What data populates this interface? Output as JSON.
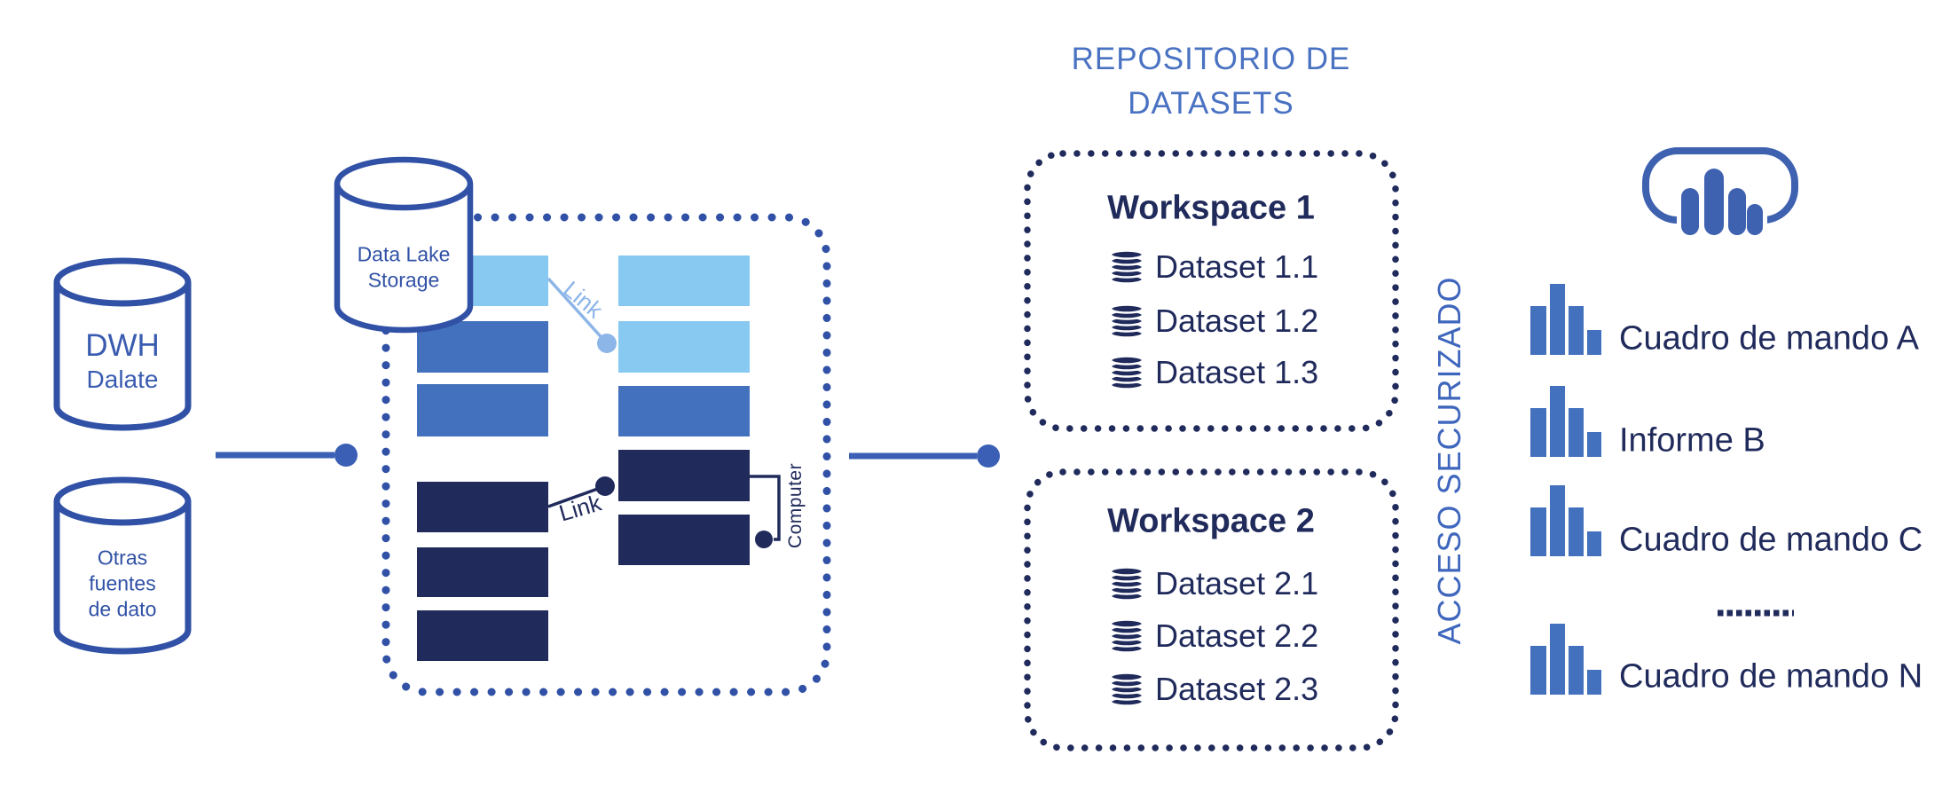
{
  "colors": {
    "light_blue": "#87c9f0",
    "medium_blue": "#4371bd",
    "navy": "#202b5c",
    "periwinkle_link": "#8cb5e8",
    "outline_blue": "#3051a6",
    "connector_blue": "#3a5fb5",
    "title_blue": "#4a72c2",
    "powerbi_blue": "#3e61b0"
  },
  "dwh": {
    "title": "DWH",
    "subtitle": "Dalate"
  },
  "other_sources": {
    "line1": "Otras",
    "line2": "fuentes",
    "line3": "de dato"
  },
  "data_lake": {
    "line1": "Data Lake",
    "line2": "Storage"
  },
  "storage_grid": {
    "left_bars": [
      "light",
      "medium",
      "medium",
      "navy",
      "navy",
      "navy"
    ],
    "right_bars": [
      "light",
      "light",
      "medium",
      "navy",
      "navy"
    ]
  },
  "links": {
    "light_label": "Link",
    "dark_label": "Link",
    "computer_label": "Computer"
  },
  "repository": {
    "title_line1": "REPOSITORIO DE",
    "title_line2": "DATASETS",
    "workspaces": [
      {
        "title": "Workspace 1",
        "datasets": [
          "Dataset 1.1",
          "Dataset 1.2",
          "Dataset 1.3"
        ]
      },
      {
        "title": "Workspace 2",
        "datasets": [
          "Dataset 2.1",
          "Dataset 2.2",
          "Dataset 2.3"
        ]
      }
    ]
  },
  "access": {
    "label": "ACCESO SECURIZADO"
  },
  "reports": {
    "items": [
      "Cuadro de mando A",
      "Informe B",
      "Cuadro de mando C",
      "Cuadro de mando N"
    ],
    "ellipsis": "........."
  }
}
